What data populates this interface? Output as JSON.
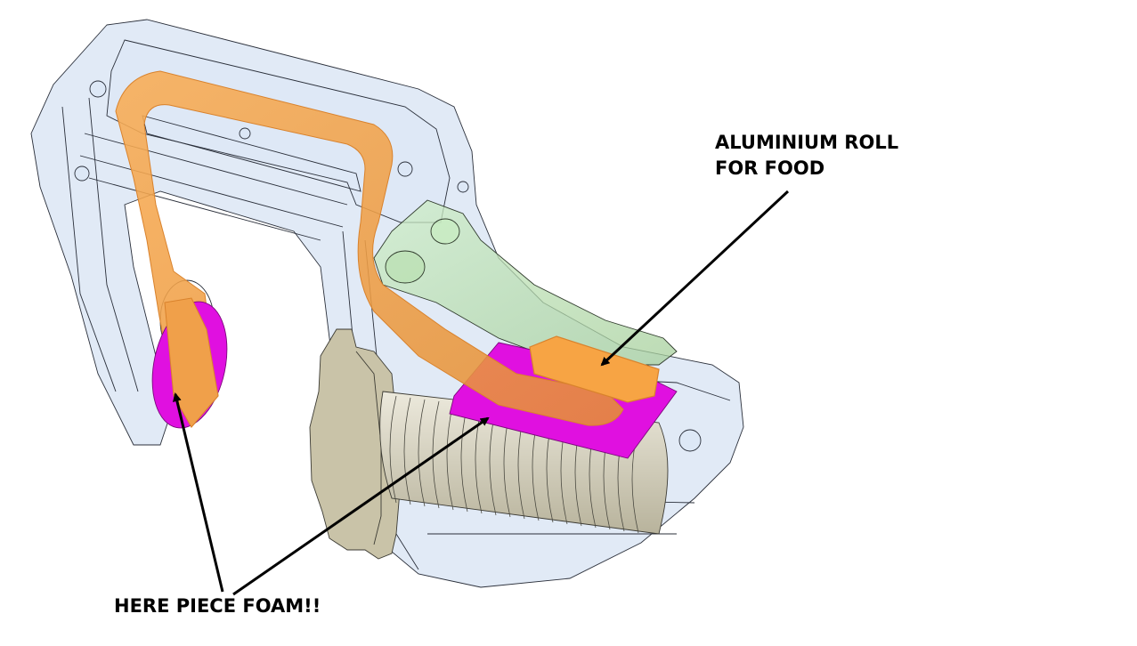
{
  "annotations": {
    "roll_line1": "ALUMINIUM ROLL",
    "roll_line2": "FOR FOOD",
    "foam": "HERE PIECE FOAM!!"
  },
  "colors": {
    "housing": "#c9d8ef",
    "housing_edge": "#2a2f3a",
    "strap": "#f7a444",
    "green_part": "#b5deae",
    "foam": "#e010e0",
    "knob": "#c9c3a8",
    "screw": "#ddd9c8",
    "arrow": "#000000"
  },
  "parts": [
    "transparent-housing",
    "orange-strap",
    "green-cam",
    "magenta-foam-disc",
    "magenta-foam-pad",
    "threaded-roller",
    "knurled-knob"
  ]
}
